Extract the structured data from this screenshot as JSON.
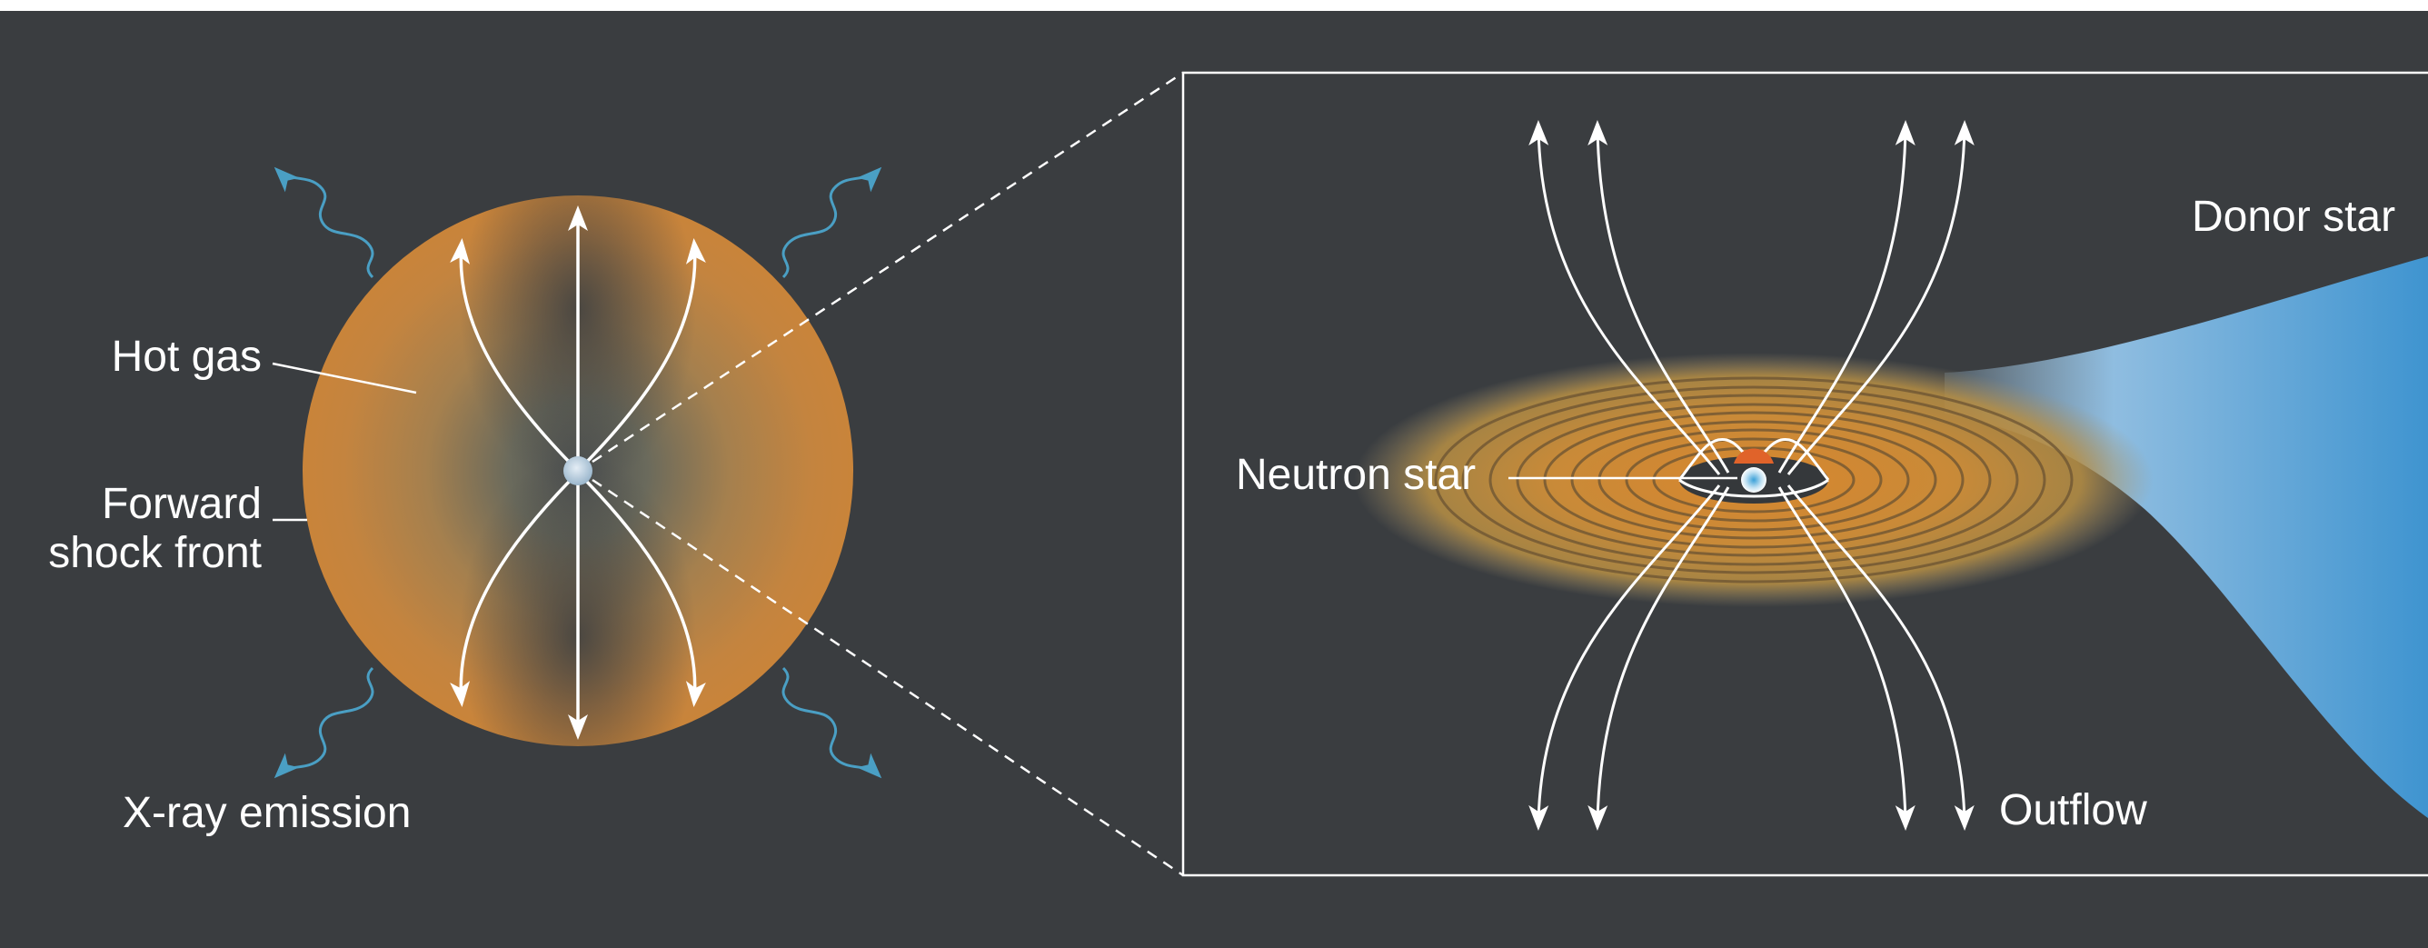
{
  "left_panel": {
    "labels": {
      "hot_gas": "Hot gas",
      "forward_shock_line1": "Forward",
      "forward_shock_line2": "shock front",
      "xray_emission": "X-ray emission"
    }
  },
  "right_panel": {
    "labels": {
      "neutron_star": "Neutron star",
      "donor_star": "Donor star",
      "outflow": "Outflow"
    }
  },
  "colors": {
    "background": "#3a3d40",
    "page_border": "#ffffff",
    "orange_gas": "#c8823a",
    "xray_wave": "#4a9fc4",
    "donor_star_blue": "#3f94d0",
    "arrow_white": "#ffffff"
  },
  "icons": [
    "xray-wave-icon",
    "outflow-arrow-icon",
    "neutron-star-icon"
  ]
}
